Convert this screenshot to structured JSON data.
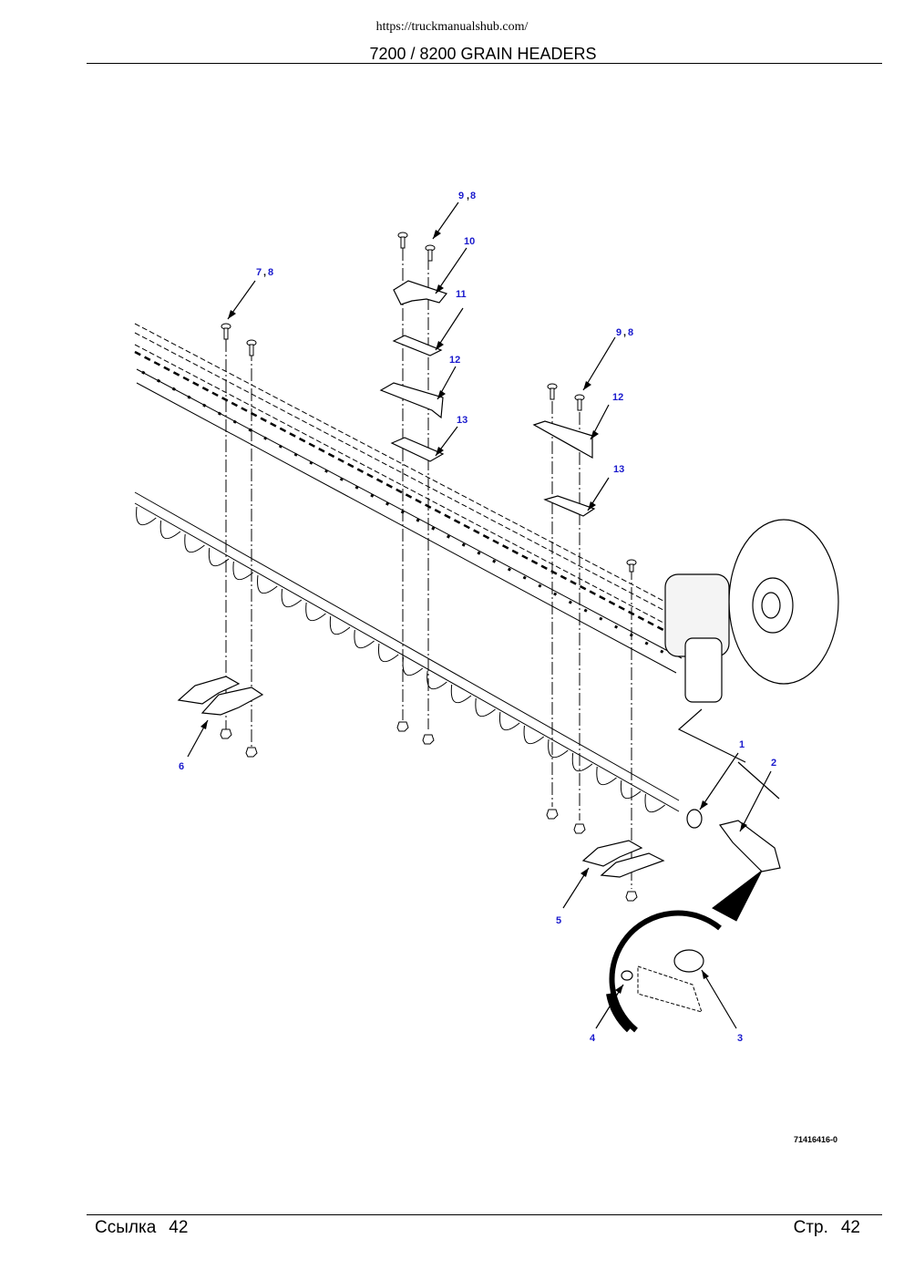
{
  "header": {
    "url": "https://truckmanualshub.com/",
    "title": "7200 / 8200 GRAIN HEADERS"
  },
  "figure": {
    "code": "71416416-0",
    "callouts": {
      "c1": "1",
      "c2": "2",
      "c3": "3",
      "c4": "4",
      "c5": "5",
      "c6": "6",
      "c7": "7",
      "c8a": "8",
      "c8b": "8",
      "c8c": "8",
      "c9a": "9",
      "c9b": "9",
      "c10": "10",
      "c11": "11",
      "c12a": "12",
      "c12b": "12",
      "c13a": "13",
      "c13b": "13",
      "comma": ","
    },
    "colors": {
      "callout": "#1a1acd",
      "line": "#000000"
    }
  },
  "footer": {
    "left_label": "Ссылка",
    "left_number": "42",
    "right_label": "Стр.",
    "right_number": "42"
  }
}
